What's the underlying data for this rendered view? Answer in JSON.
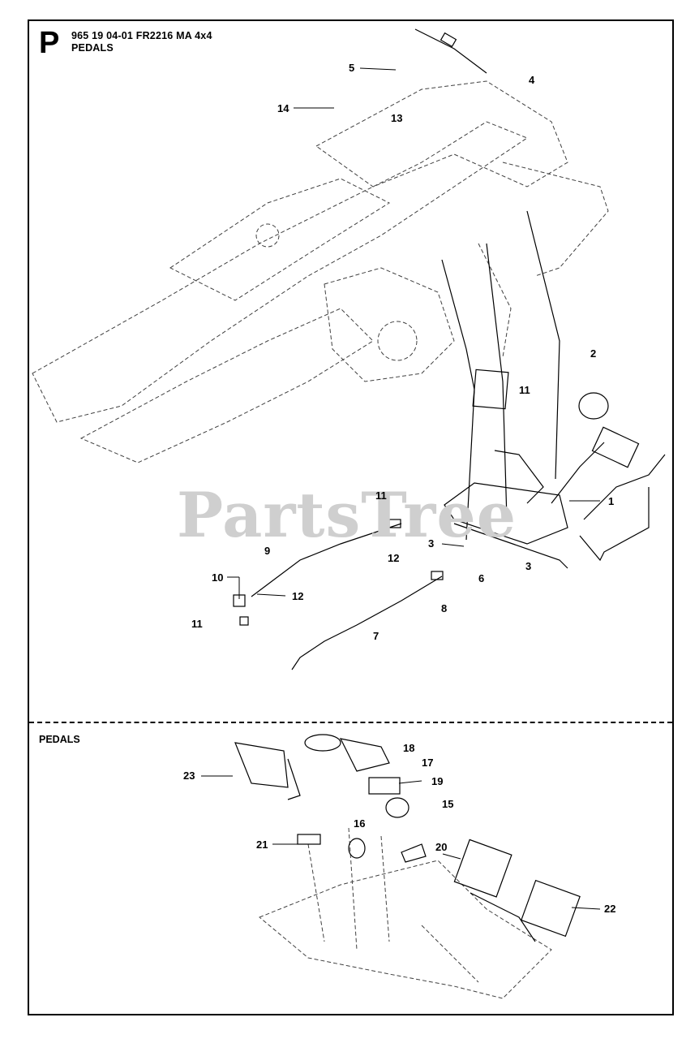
{
  "header": {
    "section_letter": "P",
    "catalog_line": "965 19 04-01 FR2216 MA 4x4",
    "title": "PEDALS"
  },
  "lower_section": {
    "title": "PEDALS"
  },
  "watermark": "PartsTree",
  "callouts_top": [
    "5",
    "4",
    "14",
    "13",
    "2",
    "11",
    "1",
    "11",
    "3",
    "12",
    "9",
    "6",
    "3",
    "10",
    "12",
    "8",
    "11",
    "7"
  ],
  "callouts_bottom": [
    "18",
    "17",
    "23",
    "19",
    "15",
    "16",
    "21",
    "20",
    "22"
  ],
  "colors": {
    "ink": "#000000",
    "watermark": "#cfcfcf",
    "background": "#ffffff"
  }
}
